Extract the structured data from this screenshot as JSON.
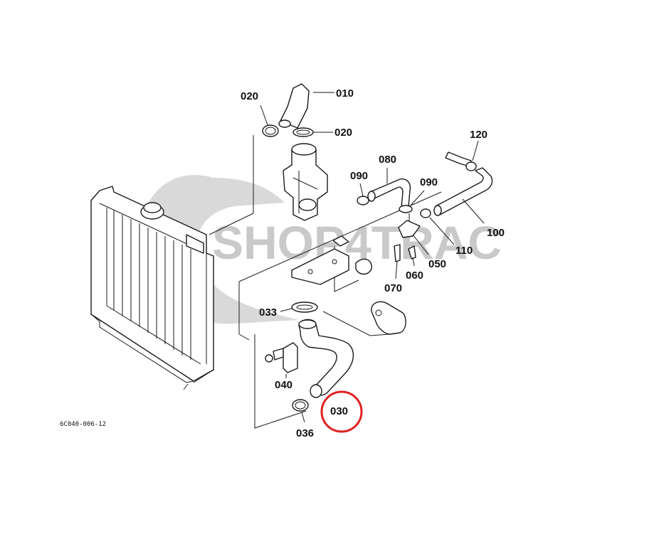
{
  "watermark": {
    "text": "SHOP4TRAC",
    "color": "#c9c9c9"
  },
  "drawing_code": "6C040-006-12",
  "highlight": {
    "part": "030",
    "color": "#e02020"
  },
  "callouts": [
    {
      "id": "010",
      "label": "010"
    },
    {
      "id": "020a",
      "label": "020"
    },
    {
      "id": "020b",
      "label": "020"
    },
    {
      "id": "080",
      "label": "080"
    },
    {
      "id": "090a",
      "label": "090"
    },
    {
      "id": "090b",
      "label": "090"
    },
    {
      "id": "120",
      "label": "120"
    },
    {
      "id": "100",
      "label": "100"
    },
    {
      "id": "110",
      "label": "110"
    },
    {
      "id": "050",
      "label": "050"
    },
    {
      "id": "060",
      "label": "060"
    },
    {
      "id": "070",
      "label": "070"
    },
    {
      "id": "033",
      "label": "033"
    },
    {
      "id": "040",
      "label": "040"
    },
    {
      "id": "030",
      "label": "030"
    },
    {
      "id": "036",
      "label": "036"
    }
  ]
}
